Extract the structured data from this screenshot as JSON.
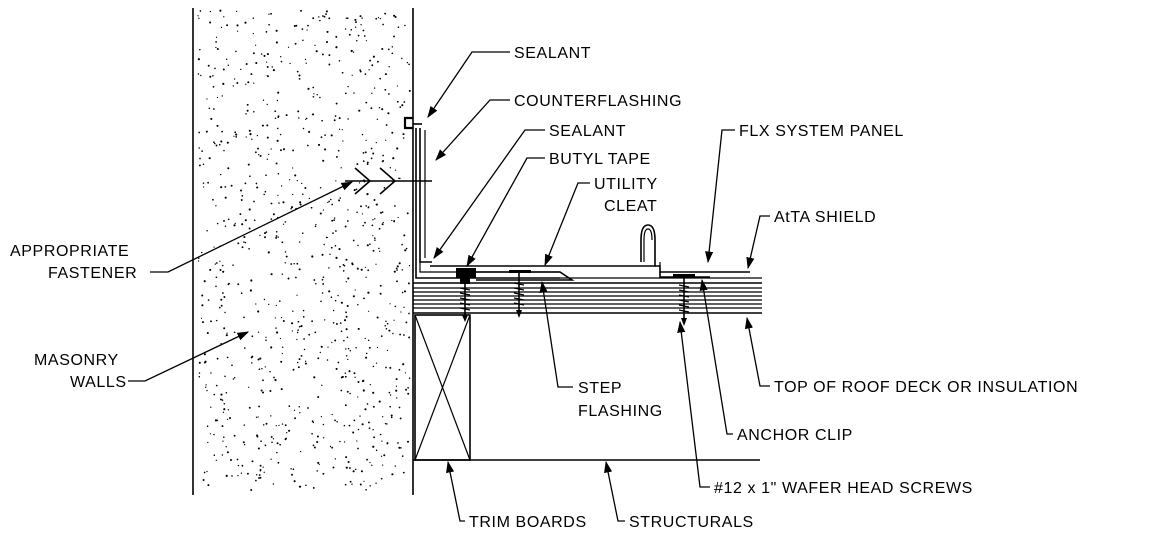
{
  "labels": {
    "sealant_top": "SEALANT",
    "counterflashing": "COUNTERFLASHING",
    "sealant_mid": "SEALANT",
    "butyl_tape": "BUTYL TAPE",
    "utility_cleat_1": "UTILITY",
    "utility_cleat_2": "CLEAT",
    "flx_system_panel": "FLX SYSTEM PANEL",
    "atta_shield": "AtTA SHIELD",
    "appropriate_fastener_1": "APPROPRIATE",
    "appropriate_fastener_2": "FASTENER",
    "masonry_walls_1": "MASONRY",
    "masonry_walls_2": "WALLS",
    "step_flashing_1": "STEP",
    "step_flashing_2": "FLASHING",
    "top_of_roof_deck": "TOP OF ROOF DECK OR INSULATION",
    "anchor_clip": "ANCHOR CLIP",
    "wafer_head_screws": "#12 x 1\" WAFER HEAD SCREWS",
    "trim_boards": "TRIM BOARDS",
    "structurals": "STRUCTURALS"
  },
  "colors": {
    "line": "#000000",
    "background": "#ffffff"
  }
}
